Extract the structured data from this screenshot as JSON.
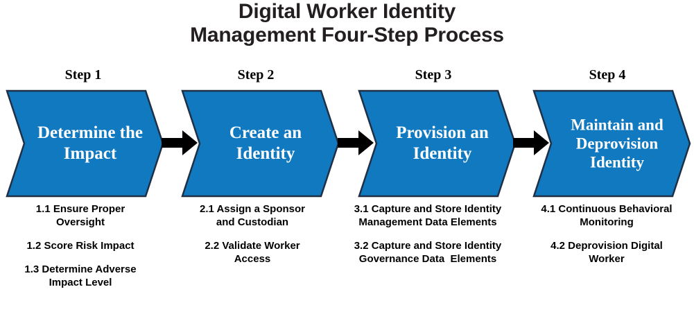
{
  "title": {
    "line1": "Digital Worker Identity",
    "line2": "Management Four-Step Process"
  },
  "colors": {
    "chevron_fill": "#1079bf",
    "chevron_stroke": "#1f3046",
    "arrow": "#000000",
    "title_text": "#231f20",
    "chevron_text": "#ffffff",
    "bullet_text": "#000000",
    "background": "#ffffff"
  },
  "steps": [
    {
      "header": "Step 1",
      "chevron_lines": [
        "Determine the",
        "Impact"
      ],
      "bullets": [
        [
          "1.1 Ensure Proper",
          "Oversight"
        ],
        [
          "1.2 Score Risk Impact"
        ],
        [
          "1.3 Determine Adverse",
          "Impact Level"
        ]
      ]
    },
    {
      "header": "Step 2",
      "chevron_lines": [
        "Create an",
        "Identity"
      ],
      "bullets": [
        [
          "2.1 Assign a Sponsor",
          "and Custodian"
        ],
        [
          "2.2 Validate Worker",
          "Access"
        ]
      ]
    },
    {
      "header": "Step 3",
      "chevron_lines": [
        "Provision an",
        "Identity"
      ],
      "bullets": [
        [
          "3.1 Capture and Store Identity",
          "Management Data Elements"
        ],
        [
          "3.2 Capture and Store Identity",
          "Governance Data  Elements"
        ]
      ]
    },
    {
      "header": "Step 4",
      "chevron_lines": [
        "Maintain and",
        "Deprovision",
        "Identity"
      ],
      "bullets": [
        [
          "4.1 Continuous Behavioral",
          "Monitoring"
        ],
        [
          "4.2 Deprovision Digital",
          "Worker"
        ]
      ]
    }
  ],
  "connectors": [
    {
      "name": "arrow-step1-to-step2"
    },
    {
      "name": "arrow-step2-to-step3"
    },
    {
      "name": "arrow-step3-to-step4"
    }
  ]
}
